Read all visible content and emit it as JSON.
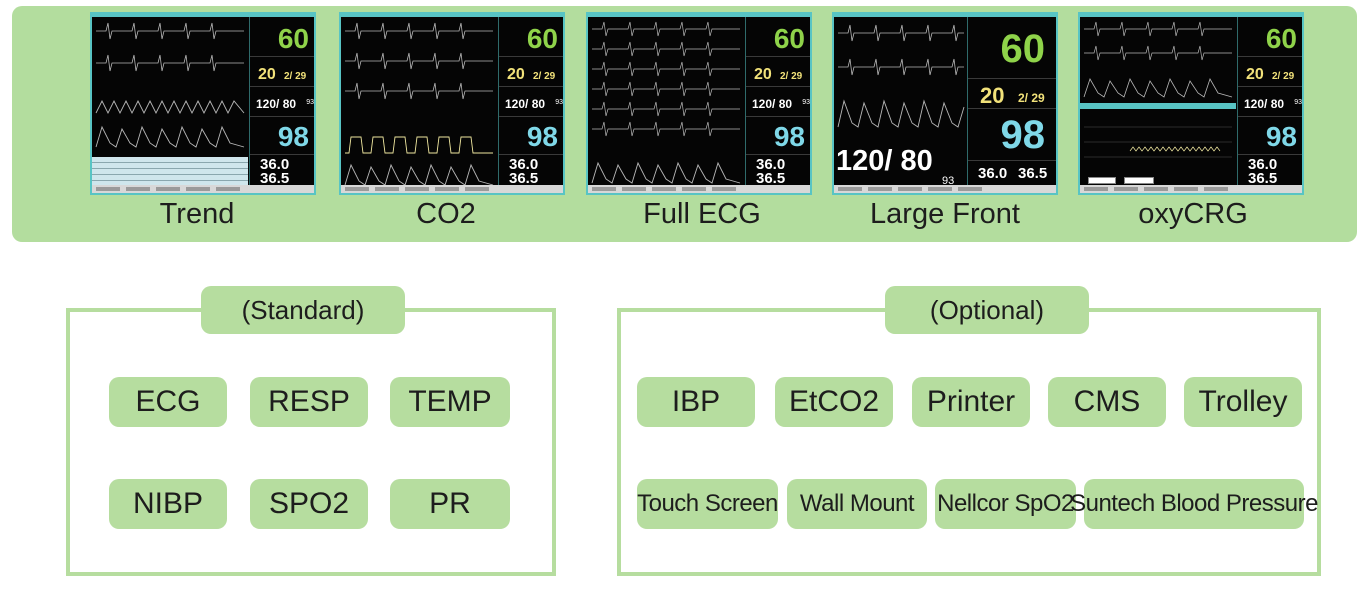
{
  "modes": [
    {
      "name": "Trend",
      "hr": "60",
      "rr": "20",
      "rr_sub": "2/ 29",
      "bp": "120/ 80",
      "bp_sub": "93",
      "spo2": "98",
      "temp1": "36.0",
      "temp2": "36.5"
    },
    {
      "name": "CO2",
      "hr": "60",
      "rr": "20",
      "rr_sub": "2/ 29",
      "bp": "120/ 80",
      "bp_sub": "93",
      "spo2": "98",
      "temp1": "36.0",
      "temp2": "36.5"
    },
    {
      "name": "Full ECG",
      "hr": "60",
      "rr": "20",
      "rr_sub": "2/ 29",
      "bp": "120/ 80",
      "bp_sub": "93",
      "spo2": "98",
      "temp1": "36.0",
      "temp2": "36.5"
    },
    {
      "name": "Large Front",
      "hr": "60",
      "rr": "20",
      "rr_sub": "2/ 29",
      "bp": "120/ 80",
      "bp_sub": "93",
      "spo2": "98",
      "temp1": "36.0",
      "temp2": "36.5"
    },
    {
      "name": "oxyCRG",
      "hr": "60",
      "rr": "20",
      "rr_sub": "2/ 29",
      "bp": "120/ 80",
      "bp_sub": "93",
      "spo2": "98",
      "temp1": "36.0",
      "temp2": "36.5"
    }
  ],
  "standard": {
    "title": "(Standard)",
    "items": [
      "ECG",
      "RESP",
      "TEMP",
      "NIBP",
      "SPO2",
      "PR"
    ]
  },
  "optional": {
    "title": "(Optional)",
    "items_row1": [
      "IBP",
      "EtCO2",
      "Printer",
      "CMS",
      "Trolley"
    ],
    "items_row2": [
      "Touch Screen",
      "Wall Mount",
      "Nellcor SpO2",
      "Suntech Blood Pressure"
    ]
  },
  "colors": {
    "band": "#b3dd9e",
    "pill": "#b6dd9f",
    "screen_border": "#58c4c4",
    "hr": "#8fd34a",
    "rr": "#f2e27a",
    "spo2": "#7fd8e8"
  }
}
